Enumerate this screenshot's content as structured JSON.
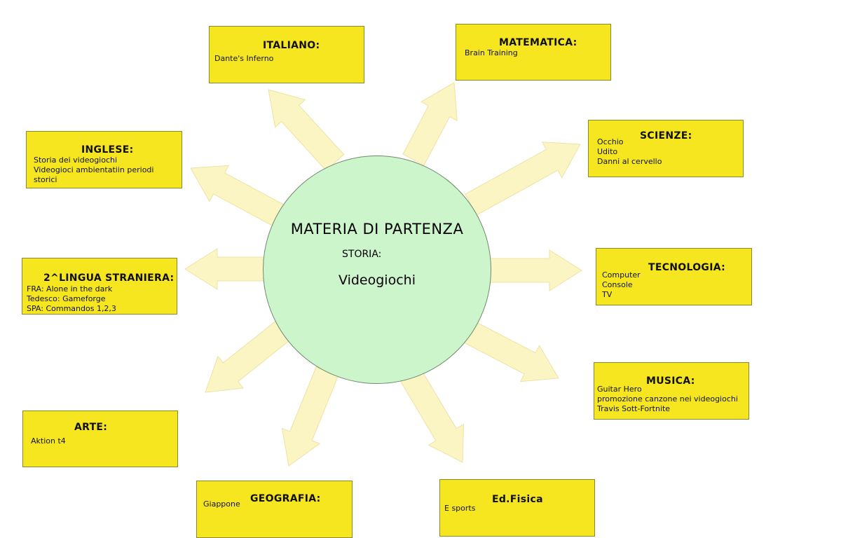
{
  "center": {
    "title": "MATERIA DI PARTENZA",
    "subject": "STORIA:",
    "topic": "Videogiochi"
  },
  "colors": {
    "box_fill": "#f5e61f",
    "circle_fill": "#ccf5cc",
    "arrow_fill": "#fbf5c4"
  },
  "boxes": [
    {
      "id": "italiano",
      "title": "ITALIANO:",
      "lines": [
        "Dante's Inferno"
      ]
    },
    {
      "id": "matematica",
      "title": "MATEMATICA:",
      "lines": [
        "Brain Training"
      ]
    },
    {
      "id": "inglese",
      "title": "INGLESE:",
      "lines": [
        "Storia dei videogiochi",
        "Videogioci ambientatiin periodi",
        "storici"
      ]
    },
    {
      "id": "scienze",
      "title": "SCIENZE:",
      "lines": [
        "Occhio",
        "Udito",
        "Danni al cervello"
      ]
    },
    {
      "id": "lingua2",
      "title": "2^LINGUA STRANIERA:",
      "lines": [
        "FRA: Alone in the dark",
        "Tedesco:  Gameforge",
        "SPA: Commandos 1,2,3"
      ]
    },
    {
      "id": "tecnologia",
      "title": "TECNOLOGIA:",
      "lines": [
        "Computer",
        "Console",
        "TV"
      ]
    },
    {
      "id": "arte",
      "title": "ARTE:",
      "lines": [
        "Aktion t4"
      ]
    },
    {
      "id": "musica",
      "title": "MUSICA:",
      "lines": [
        "Guitar Hero",
        "promozione canzone nei videogiochi",
        "Travis Sott-Fortnite"
      ]
    },
    {
      "id": "geografia",
      "title": "GEOGRAFIA:",
      "lines": [
        "Giappone"
      ]
    },
    {
      "id": "edfisica",
      "title": "Ed.Fisica",
      "lines": [
        "E sports"
      ]
    }
  ]
}
